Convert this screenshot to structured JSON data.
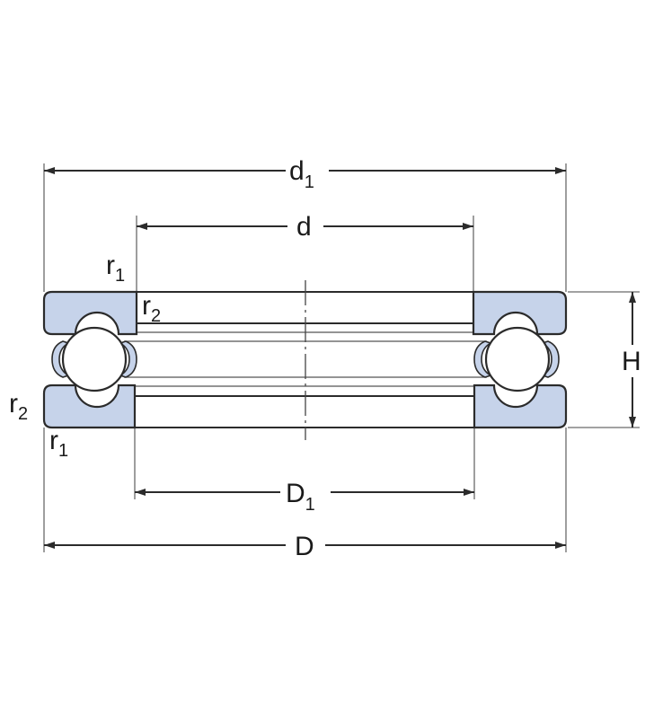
{
  "colors": {
    "ring_fill": "#c6d3ea",
    "outline": "#2b2b2b",
    "background": "#ffffff"
  },
  "labels": {
    "d1": {
      "main": "d",
      "sub": "1"
    },
    "d": {
      "main": "d"
    },
    "D1": {
      "main": "D",
      "sub": "1"
    },
    "D": {
      "main": "D"
    },
    "H": {
      "main": "H"
    },
    "r1_top": {
      "main": "r",
      "sub": "1"
    },
    "r2_top": {
      "main": "r",
      "sub": "2"
    },
    "r2_left": {
      "main": "r",
      "sub": "2"
    },
    "r1_bottom": {
      "main": "r",
      "sub": "1"
    }
  }
}
